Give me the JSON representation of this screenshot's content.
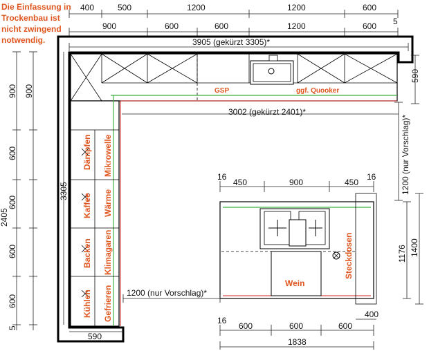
{
  "note": {
    "line1": "Die Einfassung in",
    "line2": "Trockenbau ist",
    "line3": "nicht zwingend",
    "line4": "notwendig."
  },
  "dimensions": {
    "top_row1": [
      "400",
      "500",
      "1200",
      "1200",
      "600"
    ],
    "top_row1_end": "5",
    "top_row2": [
      "900",
      "600",
      "600",
      "1200",
      "600"
    ],
    "top_total": "3905 (gekürzt 3305)*",
    "inner_total": "3002 (gekürzt 2401)*",
    "right_depth": "590",
    "left_outer": [
      "900",
      "600",
      "600",
      "600",
      "600"
    ],
    "left_outer_end": "5",
    "left_total": "2405",
    "left_inner_total": "3305",
    "left_inner_top": "900",
    "bottom_left": "590",
    "aisle_bottom": "1200 (nur Vorschlag)*",
    "aisle_right": "1200 (nur Vorschlag)*",
    "island_top_edge_left": "16",
    "island_top_edge_right": "16",
    "island_top": [
      "450",
      "900",
      "450"
    ],
    "island_bottom_edge": "16",
    "island_bottom": [
      "600",
      "600",
      "600"
    ],
    "island_total": "1838",
    "island_right_depth": "400",
    "island_inner_height": "1176",
    "island_height": "1400"
  },
  "labels": {
    "gsp": "GSP",
    "quooker": "ggf. Quooker",
    "daempfen": "Dämpfen",
    "mikrowelle": "Mikrowelle",
    "kaffee": "Kaffee",
    "waerme": "Wärme",
    "backen": "Backen",
    "klimagaren": "Klimagaren",
    "kuehlen": "Kühlen",
    "gefrieren": "Gefrieren",
    "wein": "Wein",
    "steckdosen": "Steckdosen"
  },
  "colors": {
    "wall": "#000000",
    "label": "#e0561f",
    "green_line": "#3cb043",
    "red_line": "#cc2222"
  }
}
